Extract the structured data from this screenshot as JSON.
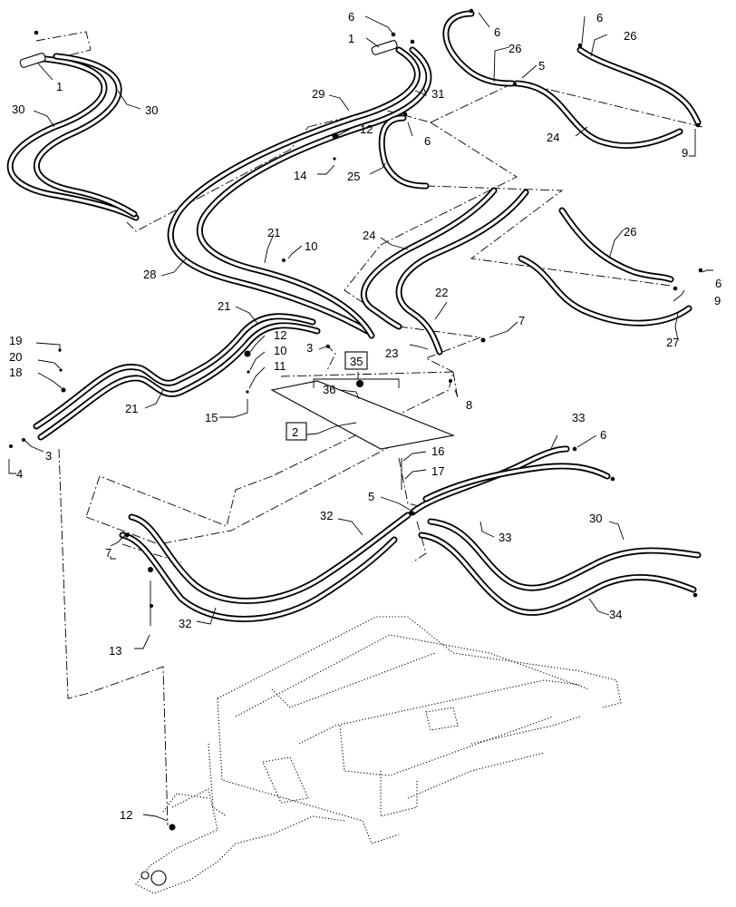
{
  "diagram": {
    "callouts": {
      "c1a": "1",
      "c1b": "1",
      "c2": "2",
      "c3a": "3",
      "c3b": "3",
      "c4": "4",
      "c5a": "5",
      "c5b": "5",
      "c6a": "6",
      "c6b": "6",
      "c6c": "6",
      "c6d": "6",
      "c6e": "6",
      "c6f": "6",
      "c7a": "7",
      "c7b": "7",
      "c8": "8",
      "c9a": "9",
      "c9b": "9",
      "c10a": "10",
      "c10b": "10",
      "c11": "11",
      "c12a": "12",
      "c12b": "12",
      "c12c": "12",
      "c13": "13",
      "c14": "14",
      "c15": "15",
      "c16": "16",
      "c17": "17",
      "c18": "18",
      "c19": "19",
      "c20": "20",
      "c21a": "21",
      "c21b": "21",
      "c21c": "21",
      "c22": "22",
      "c23": "23",
      "c24a": "24",
      "c24b": "24",
      "c25": "25",
      "c26a": "26",
      "c26b": "26",
      "c26c": "26",
      "c27": "27",
      "c28": "28",
      "c29": "29",
      "c30a": "30",
      "c30b": "30",
      "c30c": "30",
      "c31": "31",
      "c32a": "32",
      "c32b": "32",
      "c33a": "33",
      "c33b": "33",
      "c34": "34",
      "c35": "35",
      "c36": "36"
    }
  }
}
